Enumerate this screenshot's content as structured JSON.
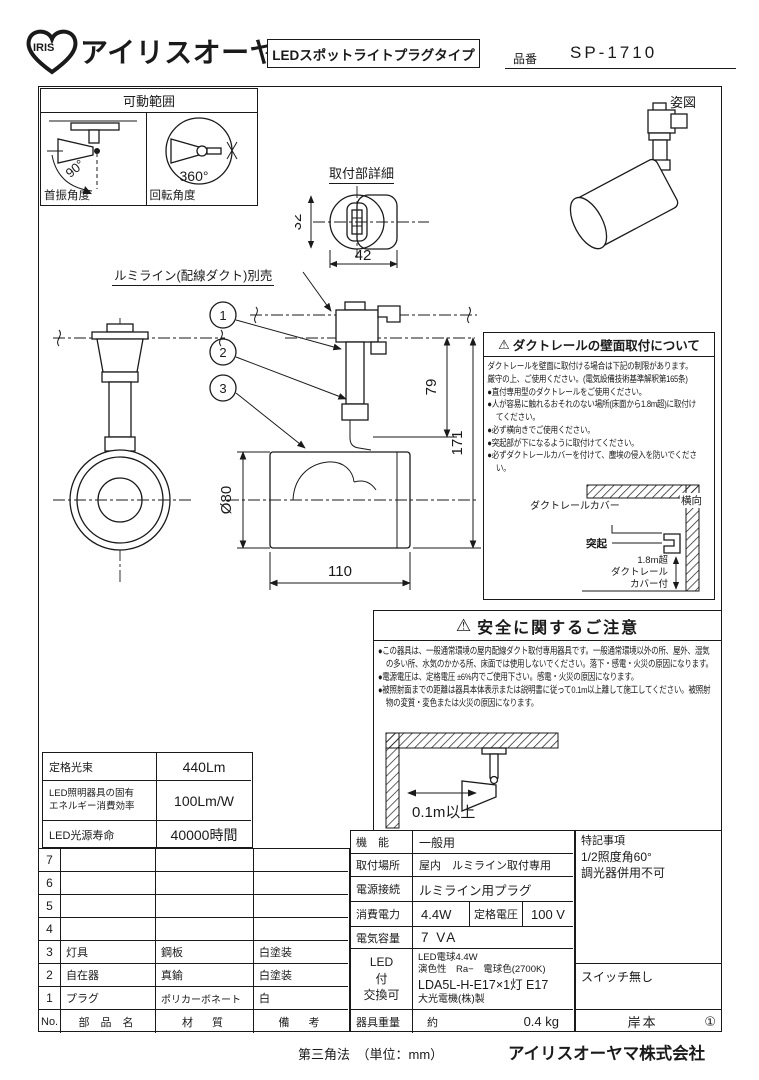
{
  "colors": {
    "ink": "#1a1a1a",
    "paper": "#ffffff"
  },
  "icons": {
    "warning": "⚠"
  },
  "header": {
    "logo": "IRIS",
    "brand": "アイリスオーヤマ",
    "product_type": "LEDスポットライトプラグタイプ",
    "part_no_label": "品番",
    "part_no": "SP-1710"
  },
  "movable_range": {
    "title": "可動範囲",
    "swing_angle": "90°",
    "swing_label": "首振角度",
    "rotation_angle": "360°",
    "rotation_label": "回転角度"
  },
  "labels": {
    "posture": "姿図",
    "mount_detail": "取付部詳細",
    "duct_separate": "ルミライン(配線ダクト)別売"
  },
  "callouts": [
    "1",
    "2",
    "3"
  ],
  "dims": {
    "d32": "32",
    "d42": "42",
    "d79": "79",
    "d171": "171",
    "dia80": "Ø80",
    "d110": "110"
  },
  "wall_mount": {
    "title": "ダクトレールの壁面取付について",
    "intro1": "ダクトレールを壁面に取付ける場合は下記の制限があります。",
    "intro2": "厳守の上、ご使用ください。(電気設備技術基準解釈第165条)",
    "bullets": [
      "●直付専用型のダクトレールをご使用ください。",
      "●人が容易に触れるおそれのない場所(床面から1.8m超)に取付けてください。",
      "●必ず横向きでご使用ください。",
      "●突起部が下になるように取付けてください。",
      "●必ずダクトレールカバーを付けて、塵埃の侵入を防いでください。"
    ],
    "diagram": {
      "cover": "ダクトレールカバー",
      "sideways": "横向",
      "protrusion": "突起",
      "height1": "1.8m超",
      "height2": "ダクトレール",
      "height3": "カバー付"
    }
  },
  "safety": {
    "title": "安全に関するご注意",
    "bullets": [
      "●この器具は、一般通常環境の屋内配線ダクト取付専用器具です。一般通常環境以外の所、屋外、湿気の多い所、水気のかかる所、床面では使用しないでください。落下・感電・火災の原因になります。",
      "●電源電圧は、定格電圧 ±6%内でご使用下さい。感電・火災の原因になります。",
      "●被照射面までの距離は器具本体表示または説明書に従って0.1m以上離して施工してください。被照射物の変質・変色または火災の原因になります。"
    ],
    "distance_label": "0.1m以上"
  },
  "photometric": {
    "rows": [
      {
        "label": "定格光束",
        "label2": "",
        "value": "440Lm"
      },
      {
        "label": "LED照明器具の固有",
        "label2": "エネルギー消費効率",
        "value": "100Lm/W"
      },
      {
        "label": "LED光源寿命",
        "label2": "",
        "value": "40000時間"
      }
    ]
  },
  "parts": {
    "header_no": "No.",
    "header_name": "部 品 名",
    "header_material": "材　質",
    "header_note": "備　考",
    "rows": [
      {
        "no": "7",
        "name": "",
        "material": "",
        "note": ""
      },
      {
        "no": "6",
        "name": "",
        "material": "",
        "note": ""
      },
      {
        "no": "5",
        "name": "",
        "material": "",
        "note": ""
      },
      {
        "no": "4",
        "name": "",
        "material": "",
        "note": ""
      },
      {
        "no": "3",
        "name": "灯具",
        "material": "鋼板",
        "note": "白塗装"
      },
      {
        "no": "2",
        "name": "自在器",
        "material": "真鍮",
        "note": "白塗装"
      },
      {
        "no": "1",
        "name": "プラグ",
        "material": "ポリカーボネート",
        "note": "白"
      }
    ]
  },
  "spec": {
    "function_label": "機　能",
    "function_value": "一般用",
    "location_label": "取付場所",
    "location_value": "屋内　ルミライン取付専用",
    "connection_label": "電源接続",
    "connection_value": "ルミライン用プラグ",
    "power_label": "消費電力",
    "power_value": "4.4W",
    "voltage_label": "定格電圧",
    "voltage_value": "100 V",
    "capacity_label": "電気容量",
    "capacity_value": "7 VA",
    "led_label1": "LED",
    "led_label2": "付",
    "led_label3": "交換可",
    "led_line1": "LED電球4.4W",
    "led_line2": "演色性　Ra−　電球色(2700K)",
    "led_line3": "LDA5L-H-E17×1灯 E17",
    "led_line4": "大光電機(株)製",
    "weight_label": "器具重量",
    "weight_approx": "約",
    "weight_value": "0.4  kg"
  },
  "notes": {
    "title": "特記事項",
    "line1": "1/2照度角60°",
    "line2": "調光器併用不可",
    "switch": "スイッチ無し",
    "approver": "岸本",
    "revision": "①"
  },
  "footer": {
    "projection": "第三角法　（単位：mm）",
    "company": "アイリスオーヤマ株式会社"
  }
}
